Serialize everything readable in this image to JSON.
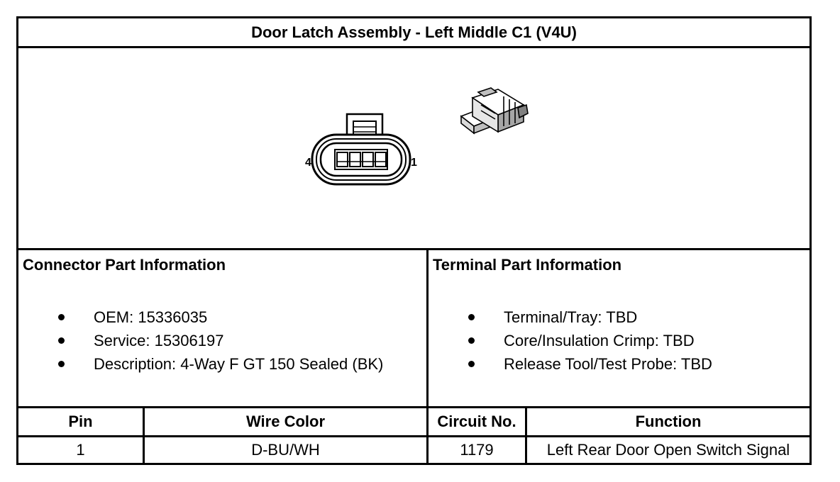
{
  "title": "Door Latch Assembly - Left Middle C1 (V4U)",
  "diagram": {
    "pin_left_label": "4",
    "pin_right_label": "1"
  },
  "connector_info": {
    "heading": "Connector Part Information",
    "items": [
      "OEM: 15336035",
      "Service: 15306197",
      "Description: 4-Way F GT 150 Sealed (BK)"
    ]
  },
  "terminal_info": {
    "heading": "Terminal Part Information",
    "items": [
      "Terminal/Tray: TBD",
      "Core/Insulation Crimp: TBD",
      "Release Tool/Test Probe: TBD"
    ]
  },
  "pin_table": {
    "headers": [
      "Pin",
      "Wire Color",
      "Circuit No.",
      "Function"
    ],
    "rows": [
      [
        "1",
        "D-BU/WH",
        "1179",
        "Left Rear Door Open Switch Signal"
      ]
    ]
  }
}
